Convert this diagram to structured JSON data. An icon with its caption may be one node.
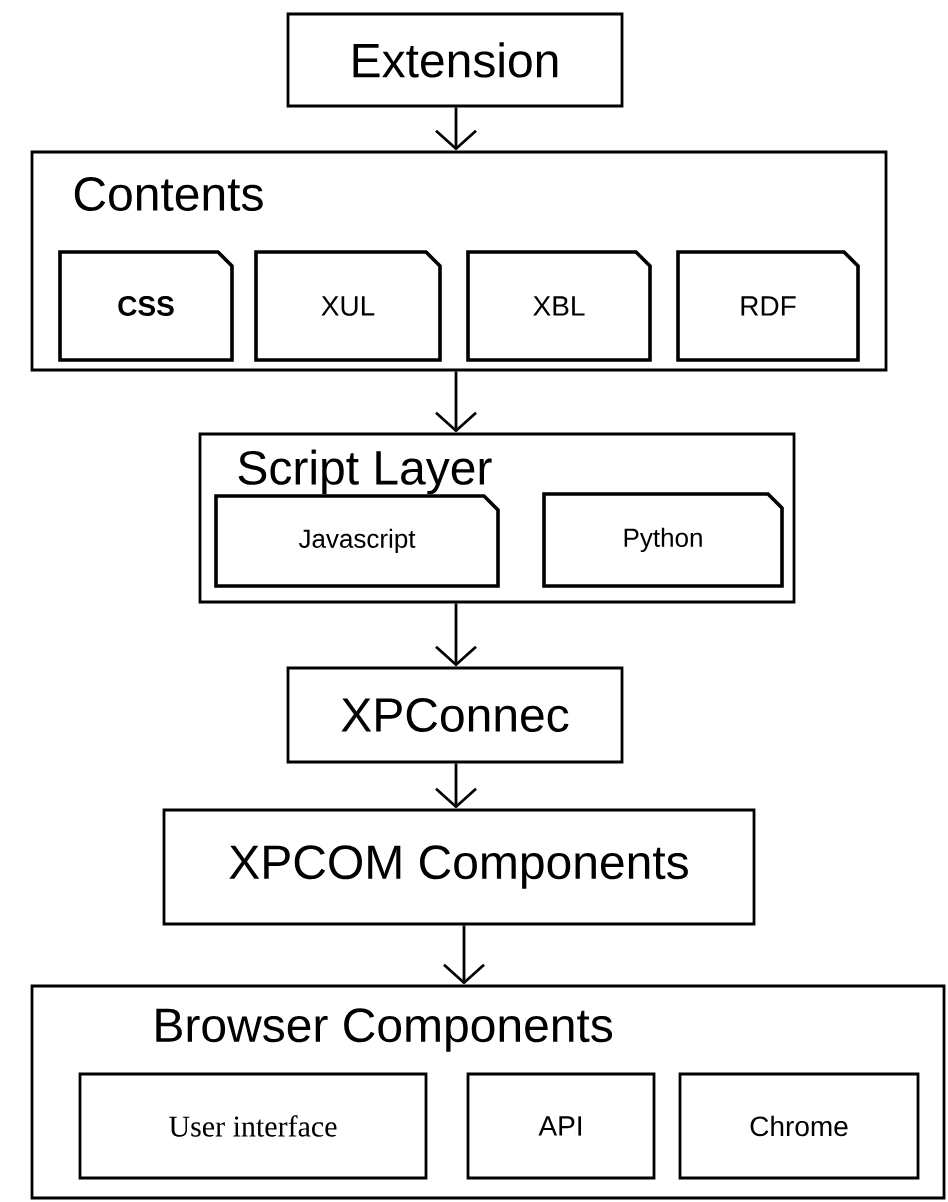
{
  "diagram": {
    "nodes": [
      {
        "text": [
          "Extension"
        ]
      },
      {
        "text": [
          "Contents"
        ]
      },
      {
        "text": [
          "CSS"
        ],
        "in": 1
      },
      {
        "text": [
          "XUL"
        ],
        "in": 1
      },
      {
        "text": [
          "XBL"
        ],
        "in": 1
      },
      {
        "text": [
          "RDF"
        ],
        "in": 1
      },
      {
        "text": [
          "Script Layer"
        ]
      },
      {
        "text": [
          "Javascript"
        ],
        "in": 6
      },
      {
        "text": [
          "Python"
        ],
        "in": 6
      },
      {
        "text": [
          "XPConnec"
        ]
      },
      {
        "text": [
          "XPCOM Components"
        ]
      },
      {
        "text": [
          "Browser Components"
        ]
      },
      {
        "text": [
          "User interface"
        ],
        "in": 11
      },
      {
        "text": [
          "API"
        ],
        "in": 11
      },
      {
        "text": [
          "Chrome"
        ],
        "in": 11
      }
    ],
    "edges": [
      {
        "from": 0,
        "to": 1,
        "arrow": "to"
      },
      {
        "from": 1,
        "to": 6,
        "arrow": "to"
      },
      {
        "from": 6,
        "to": 9,
        "arrow": "to"
      },
      {
        "from": 9,
        "to": 10,
        "arrow": "to"
      },
      {
        "from": 10,
        "to": 11,
        "arrow": "to"
      }
    ]
  }
}
